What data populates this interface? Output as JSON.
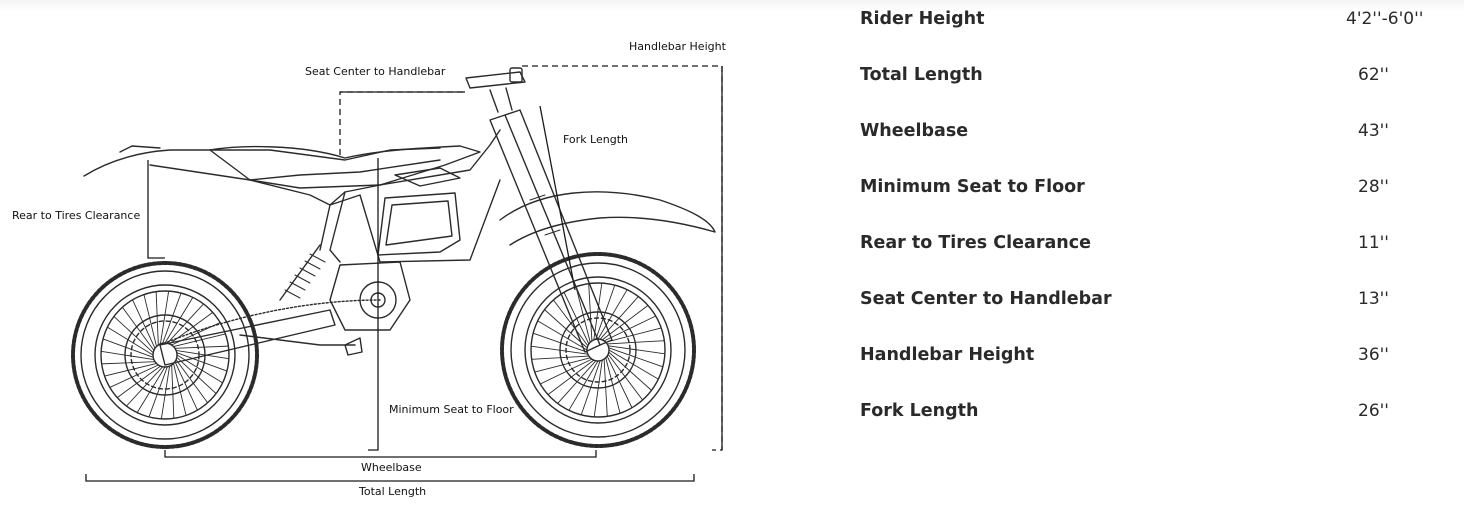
{
  "diagram": {
    "labels": {
      "handlebar_height": "Handlebar Height",
      "seat_center_to_handlebar": "Seat Center to Handlebar",
      "fork_length": "Fork Length",
      "rear_to_tires_clearance": "Rear to Tires Clearance",
      "minimum_seat_to_floor": "Minimum Seat to Floor",
      "wheelbase": "Wheelbase",
      "total_length": "Total Length"
    }
  },
  "specs": [
    {
      "name": "Rider Height",
      "value": "4'2''-6'0''"
    },
    {
      "name": "Total Length",
      "value": "62''"
    },
    {
      "name": "Wheelbase",
      "value": "43''"
    },
    {
      "name": "Minimum Seat to Floor",
      "value": "28''"
    },
    {
      "name": "Rear to Tires Clearance",
      "value": "11''"
    },
    {
      "name": "Seat Center to Handlebar",
      "value": "13''"
    },
    {
      "name": "Handlebar Height",
      "value": "36''"
    },
    {
      "name": "Fork Length",
      "value": "26''"
    }
  ]
}
